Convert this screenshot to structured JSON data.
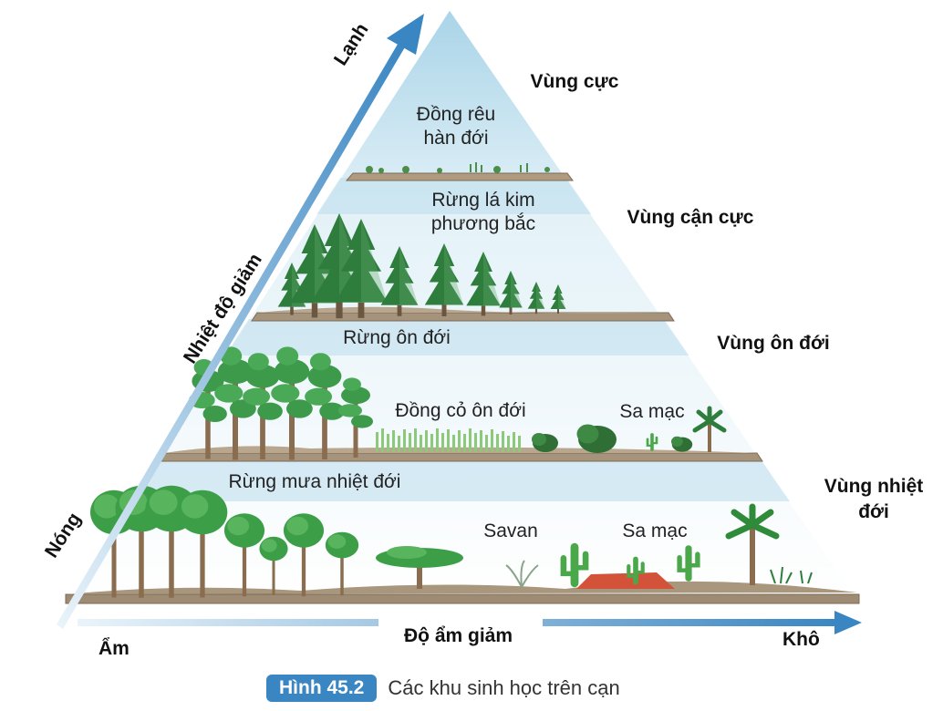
{
  "labels": {
    "tundra": [
      "Đồng rêu",
      "hàn đới"
    ],
    "boreal": [
      "Rừng lá kim",
      "phương bắc"
    ],
    "temperate_forest": "Rừng ôn đới",
    "temperate_grassland": "Đồng cỏ ôn đới",
    "temperate_desert": "Sa mạc",
    "rainforest": "Rừng mưa nhiệt đới",
    "savanna": "Savan",
    "tropical_desert": "Sa mạc"
  },
  "zones": {
    "polar": "Vùng cực",
    "subpolar": "Vùng cận cực",
    "temperate": "Vùng ôn đới",
    "tropical": [
      "Vùng nhiệt",
      "đới"
    ]
  },
  "axes": {
    "cold": "Lạnh",
    "hot": "Nóng",
    "temperature_decrease": "Nhiệt độ giảm",
    "wet": "Ẩm",
    "dry": "Khô",
    "humidity_decrease": "Độ ẩm giảm"
  },
  "caption": {
    "figure_label": "Hình 45.2",
    "text": "Các khu sinh học trên cạn"
  },
  "colors": {
    "accent_blue": "#3a86c2",
    "sky_light": "#dceef6",
    "sky_mid": "#9ccbe3",
    "ground": "#a5937c",
    "tree_green": "#2e8b3e",
    "trunk": "#8a6d4f"
  }
}
